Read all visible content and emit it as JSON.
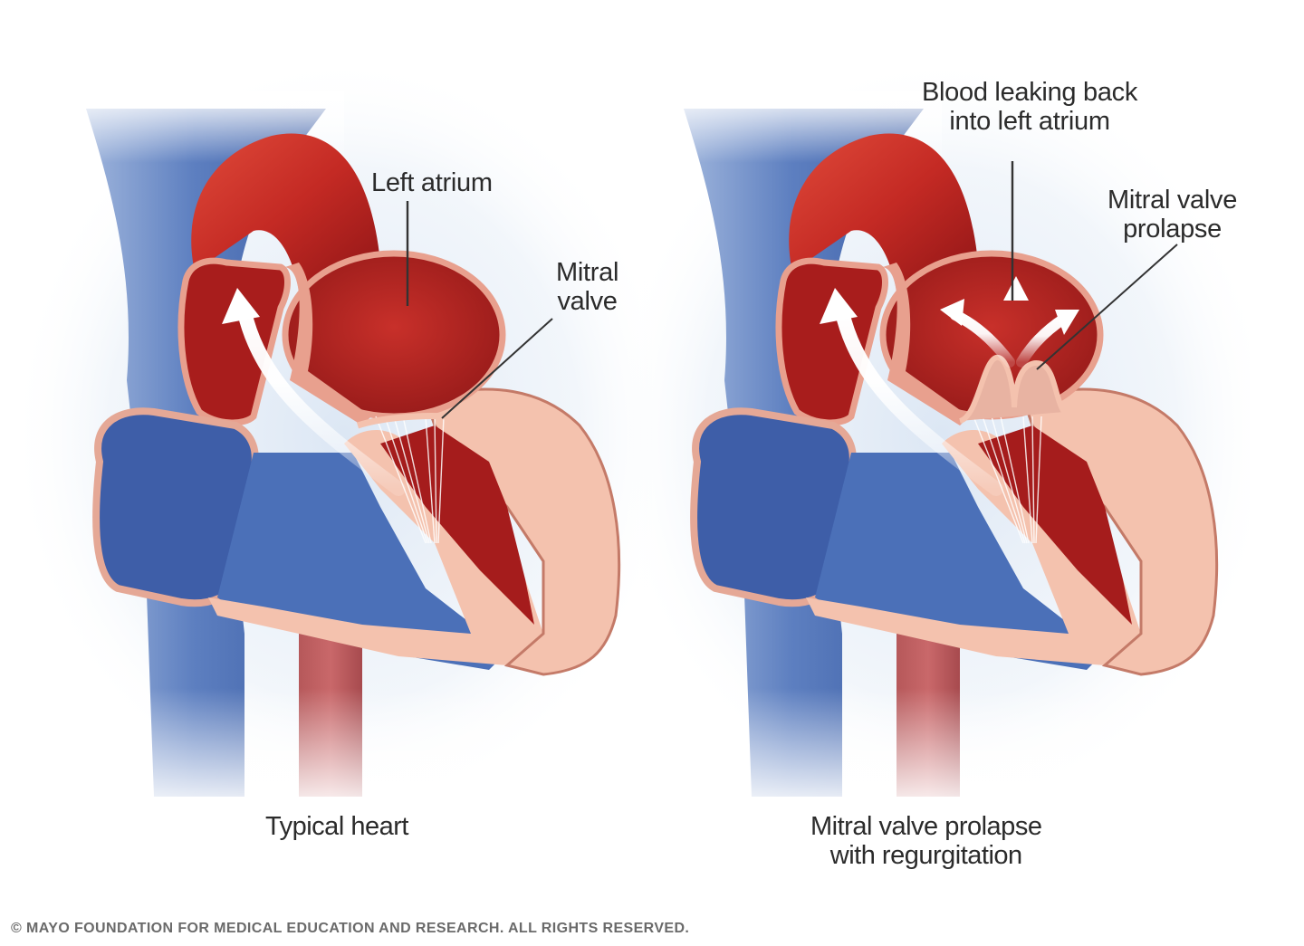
{
  "figure": {
    "copyright": "© MAYO FOUNDATION FOR MEDICAL EDUCATION AND RESEARCH. ALL RIGHTS RESERVED.",
    "colors": {
      "oxygenated_blood": "#b8201f",
      "deoxygenated_blood": "#4a6fb5",
      "heart_wall": "#f4c2ae",
      "wall_outline": "#c47a68",
      "background_glow": "#dfe9f5",
      "label_text": "#2b2b2b"
    }
  },
  "panels": [
    {
      "caption_lines": [
        "Typical heart"
      ],
      "labels": [
        {
          "name": "left-atrium",
          "lines": [
            "Left atrium"
          ]
        },
        {
          "name": "mitral-valve",
          "lines": [
            "Mitral",
            "valve"
          ]
        }
      ],
      "arrows": [
        "aortic-outflow"
      ]
    },
    {
      "caption_lines": [
        "Mitral valve prolapse",
        "with regurgitation"
      ],
      "labels": [
        {
          "name": "blood-leaking-back",
          "lines": [
            "Blood leaking back",
            "into left atrium"
          ]
        },
        {
          "name": "mitral-valve-prolapse",
          "lines": [
            "Mitral valve",
            "prolapse"
          ]
        }
      ],
      "arrows": [
        "aortic-outflow",
        "regurgitation-left",
        "regurgitation-up",
        "regurgitation-right"
      ]
    }
  ]
}
